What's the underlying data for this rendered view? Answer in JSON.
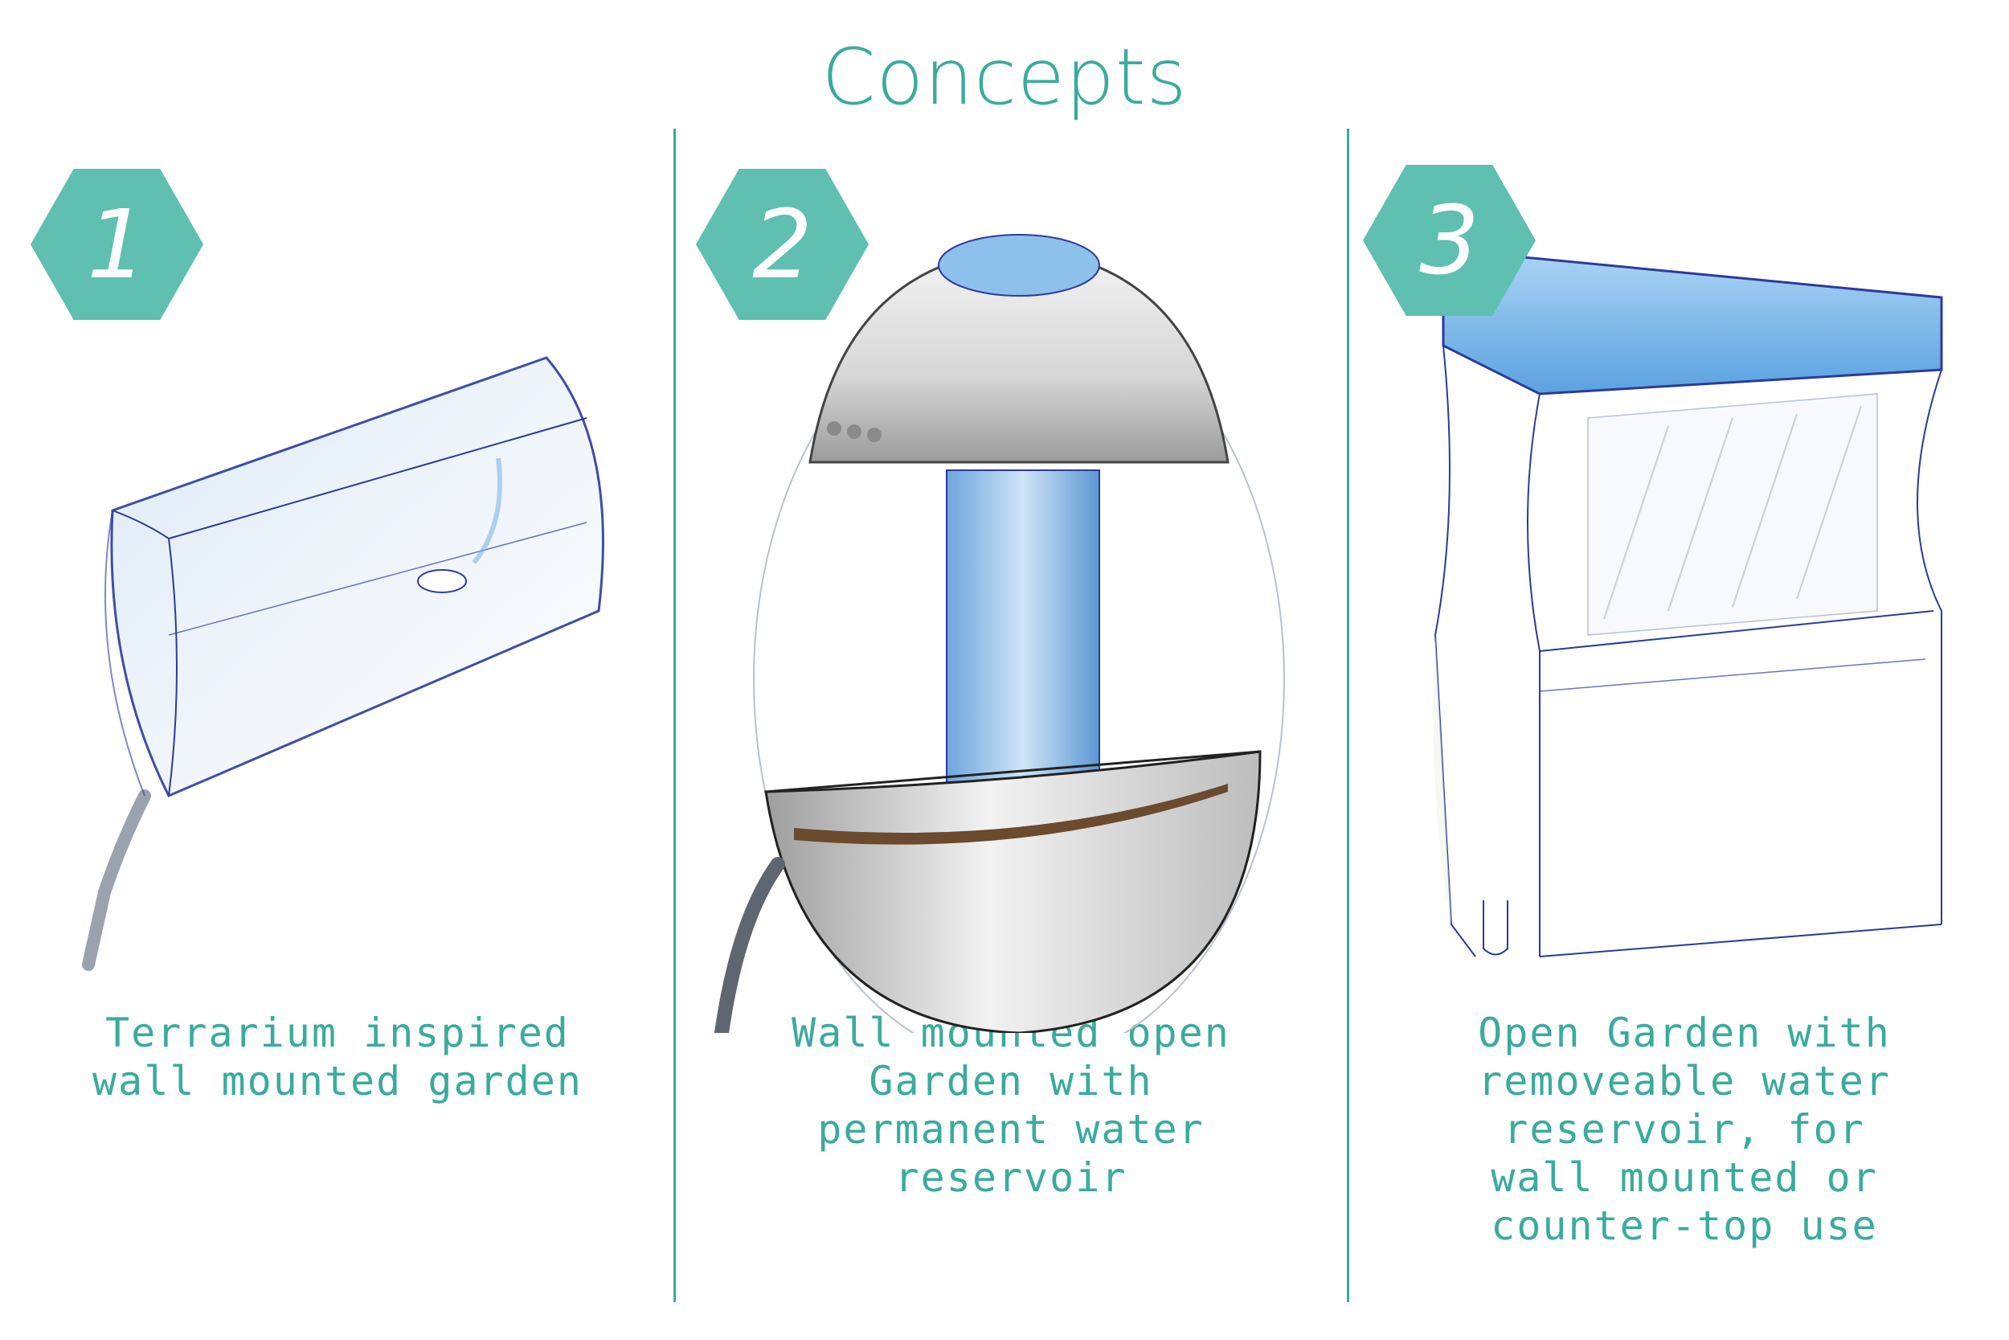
{
  "title": "Concepts",
  "colors": {
    "accent": "#3aab9c",
    "hex_fill": "#5fbfb1",
    "sketch_line": "#2c3a9c",
    "sketch_blue": "#7fb8e6",
    "soil": "#6b4a2e"
  },
  "concepts": [
    {
      "number": "1",
      "caption": "Terrarium inspired wall mounted garden"
    },
    {
      "number": "2",
      "caption": "Wall mounted open Garden with permanent water reservoir"
    },
    {
      "number": "3",
      "caption": "Open Garden with removeable water reservoir, for wall mounted or counter-top use"
    }
  ]
}
